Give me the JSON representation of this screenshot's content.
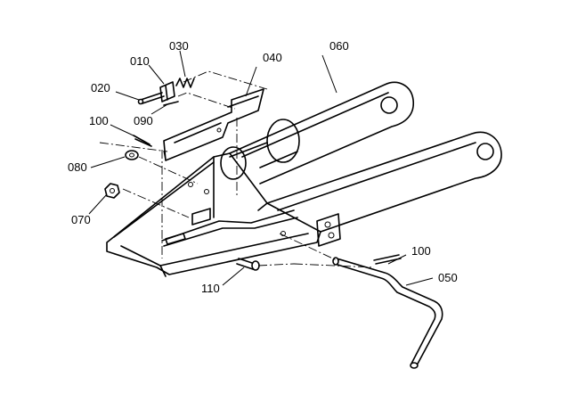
{
  "callouts": {
    "c010": "010",
    "c020": "020",
    "c030": "030",
    "c040": "040",
    "c050": "050",
    "c060": "060",
    "c070": "070",
    "c080": "080",
    "c090": "090",
    "c100a": "100",
    "c100b": "100",
    "c110": "110"
  }
}
